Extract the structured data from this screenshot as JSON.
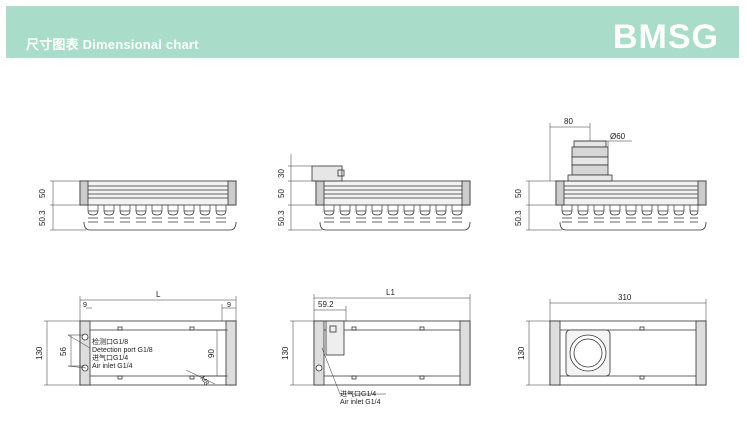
{
  "header": {
    "title": "尺寸图表 Dimensional chart",
    "brand": "BMSG",
    "background_color": "#a9dcc9"
  },
  "dimensions": {
    "d50": "50",
    "d50_3": "50.3",
    "d30": "30",
    "d80": "80",
    "dia60": "Ø60",
    "L": "L",
    "L1": "L1",
    "d310": "310",
    "d59_2": "59.2",
    "d130": "130",
    "d56": "56",
    "d90": "90",
    "d9": "9",
    "M8": "M8"
  },
  "ports": {
    "detection_cn": "检测口G1/8",
    "detection_en": "Detection port G1/8",
    "air_cn": "进气口G1/4",
    "air_en": "Air inlet G1/4"
  }
}
